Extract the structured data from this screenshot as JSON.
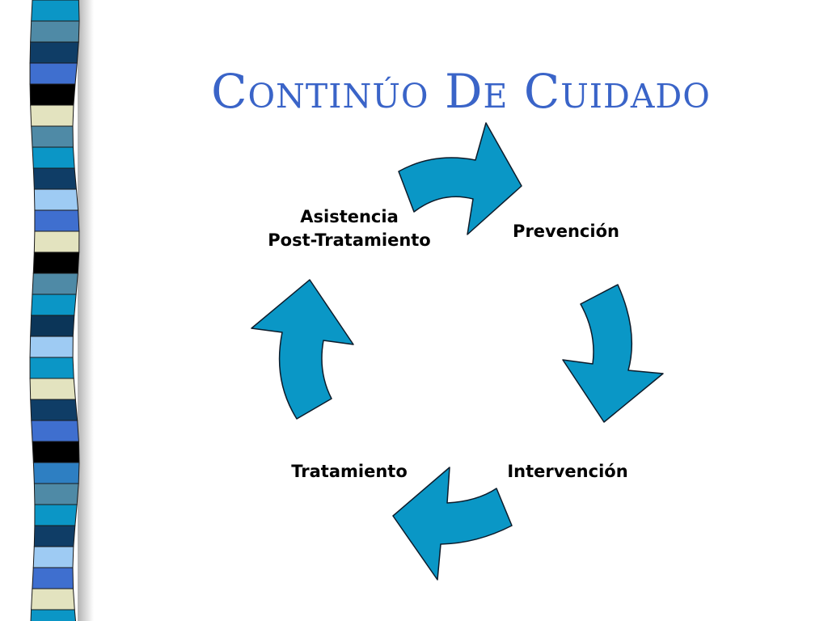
{
  "slide": {
    "title": "Continúo De Cuidado"
  },
  "cycle": {
    "stages": [
      {
        "label_line1": "Prevención",
        "label_line2": ""
      },
      {
        "label_line1": "Intervención",
        "label_line2": ""
      },
      {
        "label_line1": "Tratamiento",
        "label_line2": ""
      },
      {
        "label_line1": "Asistencia",
        "label_line2": "Post-Tratamiento"
      }
    ],
    "flow": "clockwise"
  },
  "colors": {
    "title": "#3a64c8",
    "arrow_fill": "#0a97c6",
    "arrow_stroke": "#0d1b2a",
    "label_text": "#000000",
    "border_stripes": [
      "#0b96c6",
      "#4f8aa6",
      "#0f3d66",
      "#3f6fcf",
      "#000000",
      "#e3e3bf",
      "#9ecbf3",
      "#0b3558",
      "#2e7fc2"
    ]
  }
}
